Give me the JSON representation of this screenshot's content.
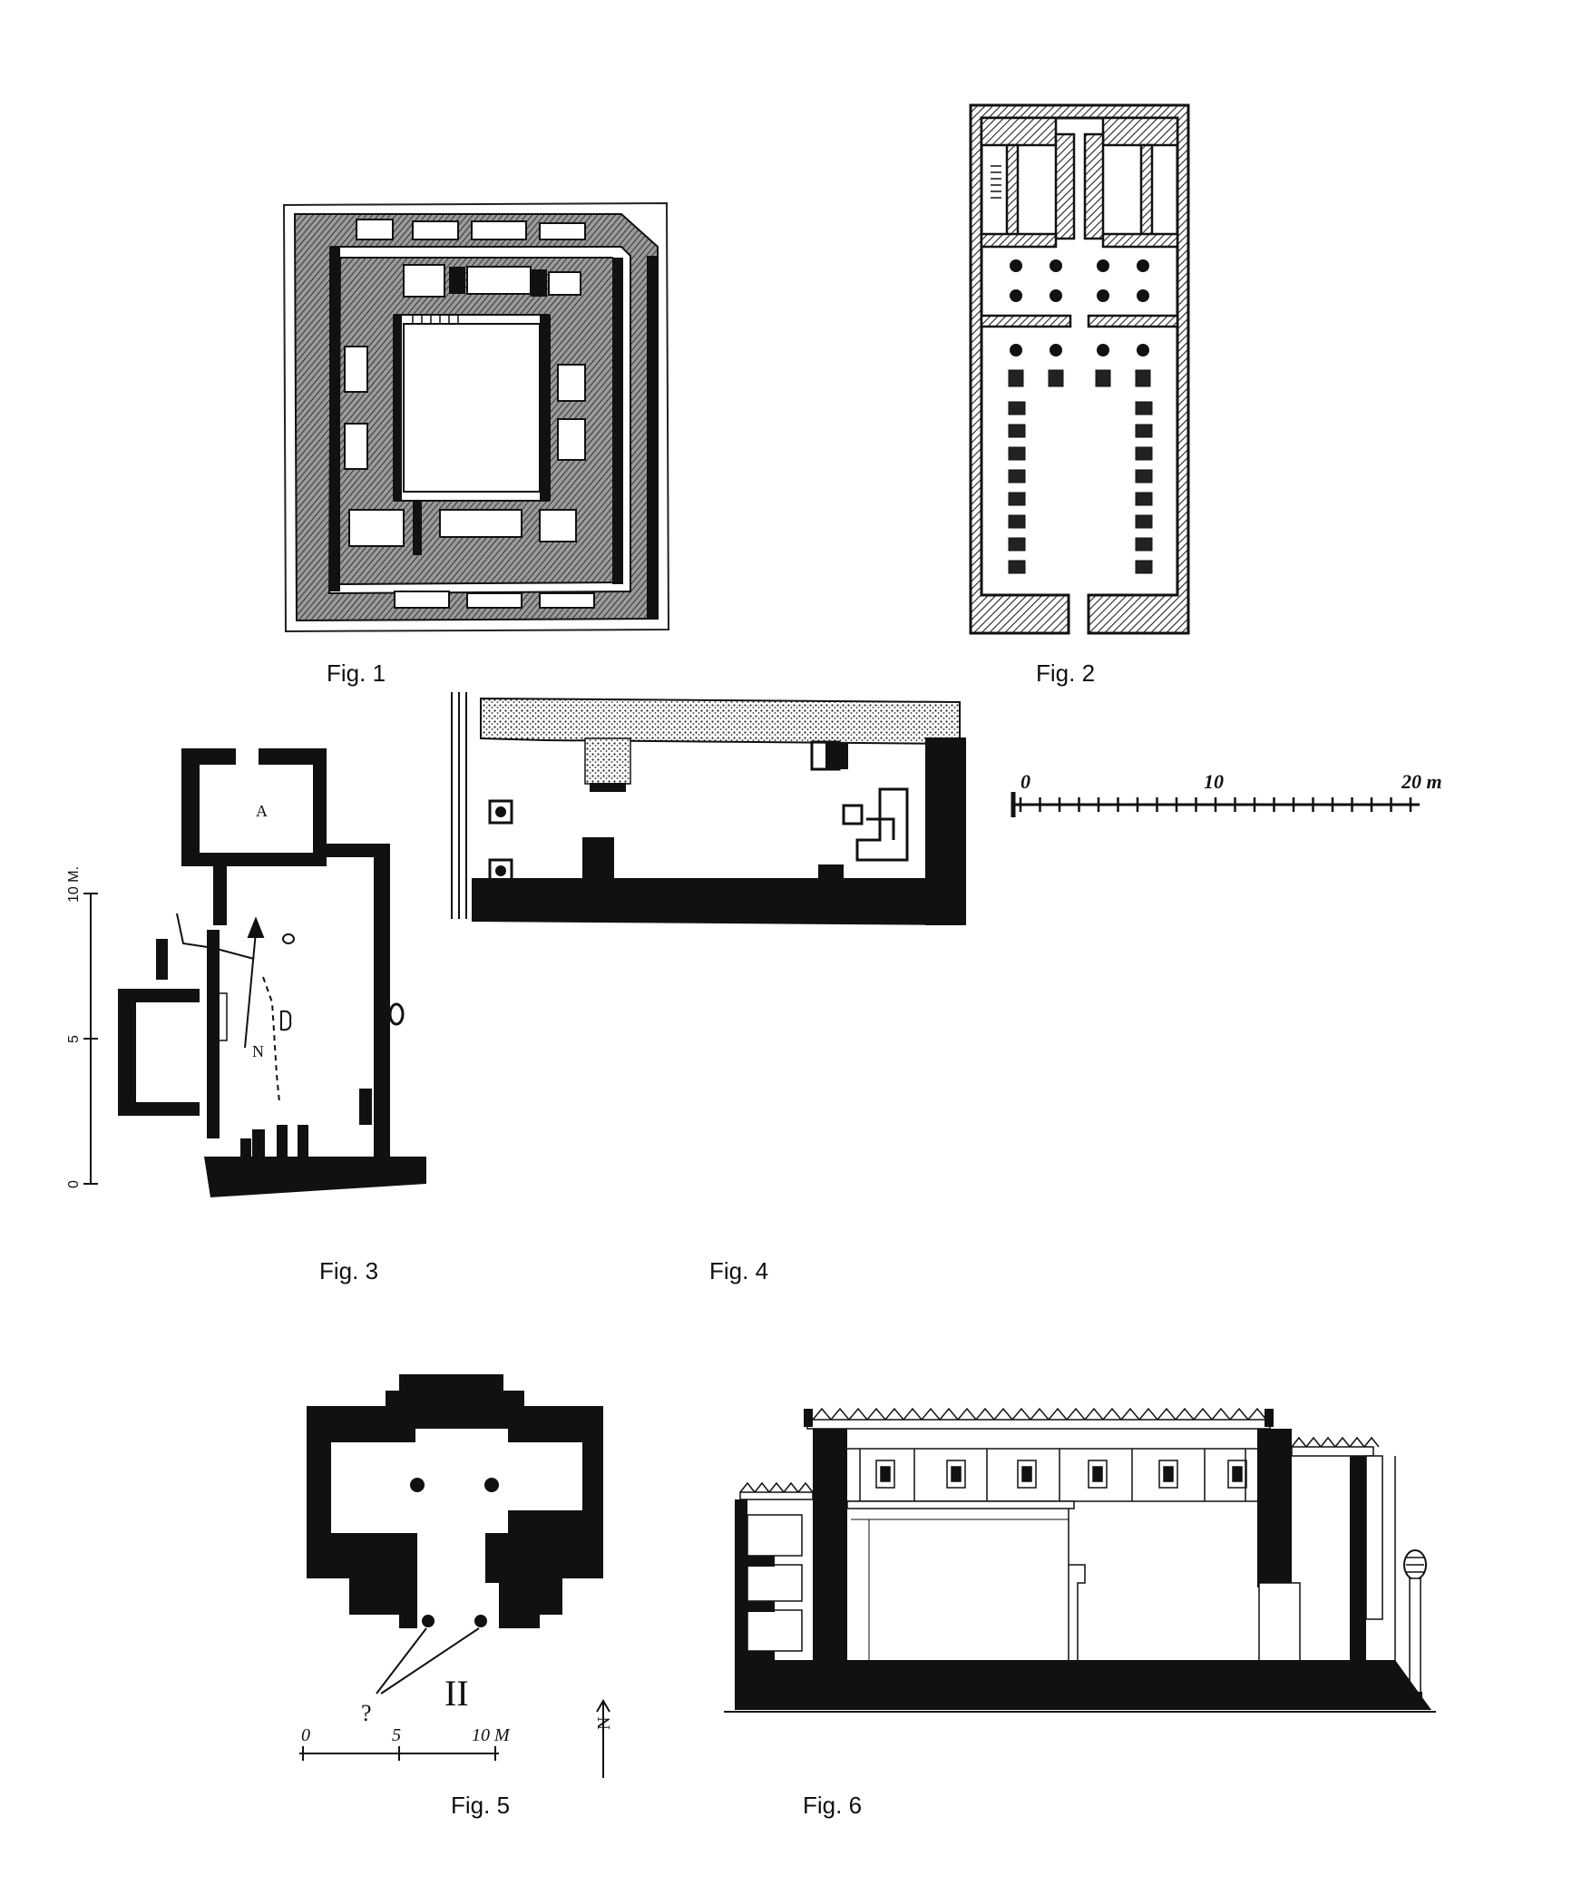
{
  "captions": {
    "fig1": "Fig. 1",
    "fig2": "Fig. 2",
    "fig3": "Fig. 3",
    "fig4": "Fig. 4",
    "fig5": "Fig. 5",
    "fig6": "Fig. 6"
  },
  "scale_bar_fig4": {
    "t0": "0",
    "t1": "10",
    "t2": "20 m"
  },
  "fig3": {
    "room_label": "A",
    "north_label": "N",
    "scale": {
      "t0": "0",
      "t1": "5",
      "t2": "10 M."
    }
  },
  "fig5": {
    "roman_label": "II",
    "question_mark": "?",
    "north_label": "N",
    "scale": {
      "t0": "0",
      "t1": "5",
      "t2": "10 M"
    }
  },
  "colors": {
    "ink": "#111111",
    "hatch": "#555555",
    "paper": "#ffffff"
  }
}
